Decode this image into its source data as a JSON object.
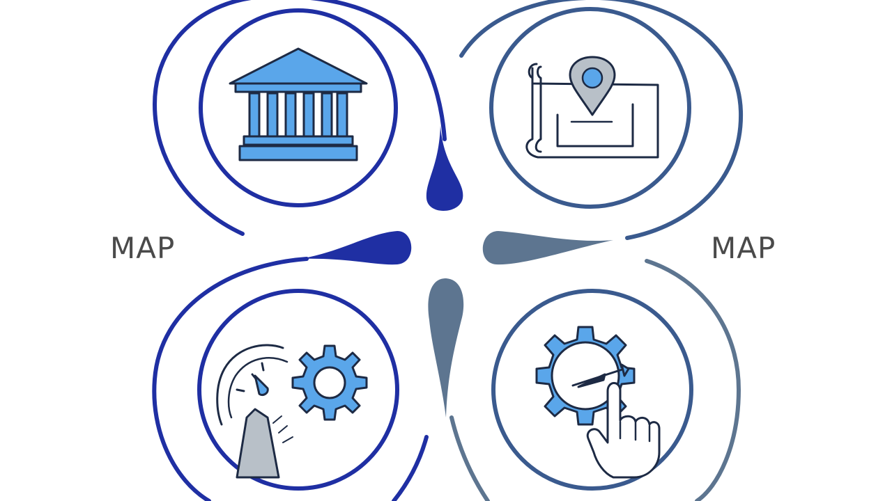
{
  "labels": {
    "left": "MAP",
    "right": "MAP"
  },
  "quadrants": [
    {
      "position": "top-left",
      "icon": "bank-building-icon"
    },
    {
      "position": "top-right",
      "icon": "map-location-pin-icon"
    },
    {
      "position": "bottom-left",
      "icon": "gauge-gear-icon"
    },
    {
      "position": "bottom-right",
      "icon": "gear-dial-pointer-hand-icon"
    }
  ],
  "colors": {
    "deep_blue": "#1f2fa3",
    "slate_blue": "#3a5a8e",
    "gray_blue": "#5d7590",
    "icon_fill": "#5aa6ea",
    "icon_stroke": "#1d2a44",
    "pin_gray": "#b8c0c8",
    "text": "#4a4a4a"
  }
}
